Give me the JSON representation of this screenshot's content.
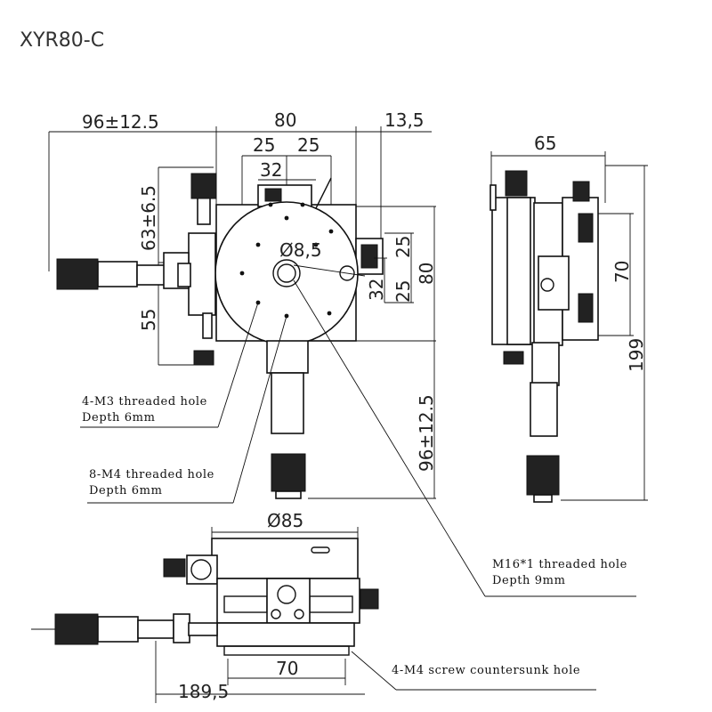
{
  "title": "XYR80-C",
  "dimensions": {
    "top_left_width": "96±12.5",
    "top_width": "80",
    "top_right": "13,5",
    "hole_spacing_left": "25",
    "hole_spacing_right": "25",
    "top_32": "32",
    "left_vertical_upper": "63±6.5",
    "left_vertical_lower": "55",
    "center_diameter": "Ø8,5",
    "right_25_upper": "25",
    "right_32": "32",
    "right_25_lower": "25",
    "right_80": "80",
    "bottom_vertical": "96±12.5",
    "side_width": "65",
    "side_70": "70",
    "side_199": "199",
    "front_diameter": "Ø85",
    "front_70": "70",
    "front_189": "189,5"
  },
  "notes": {
    "m3": {
      "line1": "4-M3 threaded hole",
      "line2": "Depth 6mm"
    },
    "m4": {
      "line1": "8-M4 threaded hole",
      "line2": "Depth 6mm"
    },
    "m16": {
      "line1": "M16*1 threaded hole",
      "line2": "Depth 9mm"
    },
    "countersunk": {
      "line1": "4-M4 screw countersunk hole"
    }
  }
}
